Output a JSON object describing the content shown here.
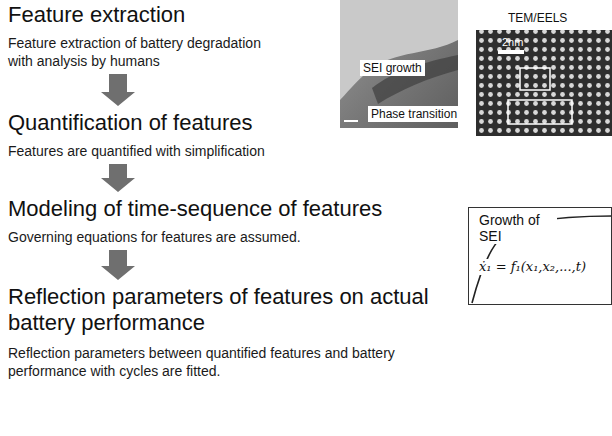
{
  "diagram": {
    "nodes": [
      {
        "text": [
          "Feature extraction",
          "Feature extraction of battery degradation with analysis by humans"
        ]
      },
      {
        "text": [
          "Quantification of features",
          "Features are quantified with simplification"
        ]
      },
      {
        "text": [
          "Modeling of time-sequence of features",
          "Governing equations for features are assumed."
        ]
      },
      {
        "text": [
          "Reflection parameters of features on actual battery performance",
          "Reflection parameters between quantified features and battery performance with cycles are fitted."
        ]
      },
      {
        "text": [
          "Growth of SEI",
          "ẋ₁ = f₁(x₁,x₂,...,t)"
        ]
      }
    ],
    "edges": [
      {
        "from": 0,
        "to": 1,
        "arrow": "to"
      },
      {
        "from": 1,
        "to": 2,
        "arrow": "to"
      },
      {
        "from": 2,
        "to": 3,
        "arrow": "to"
      }
    ],
    "labels": [
      "SEI growth",
      "Phase transition",
      "TEM/EELS",
      "2nm"
    ]
  }
}
